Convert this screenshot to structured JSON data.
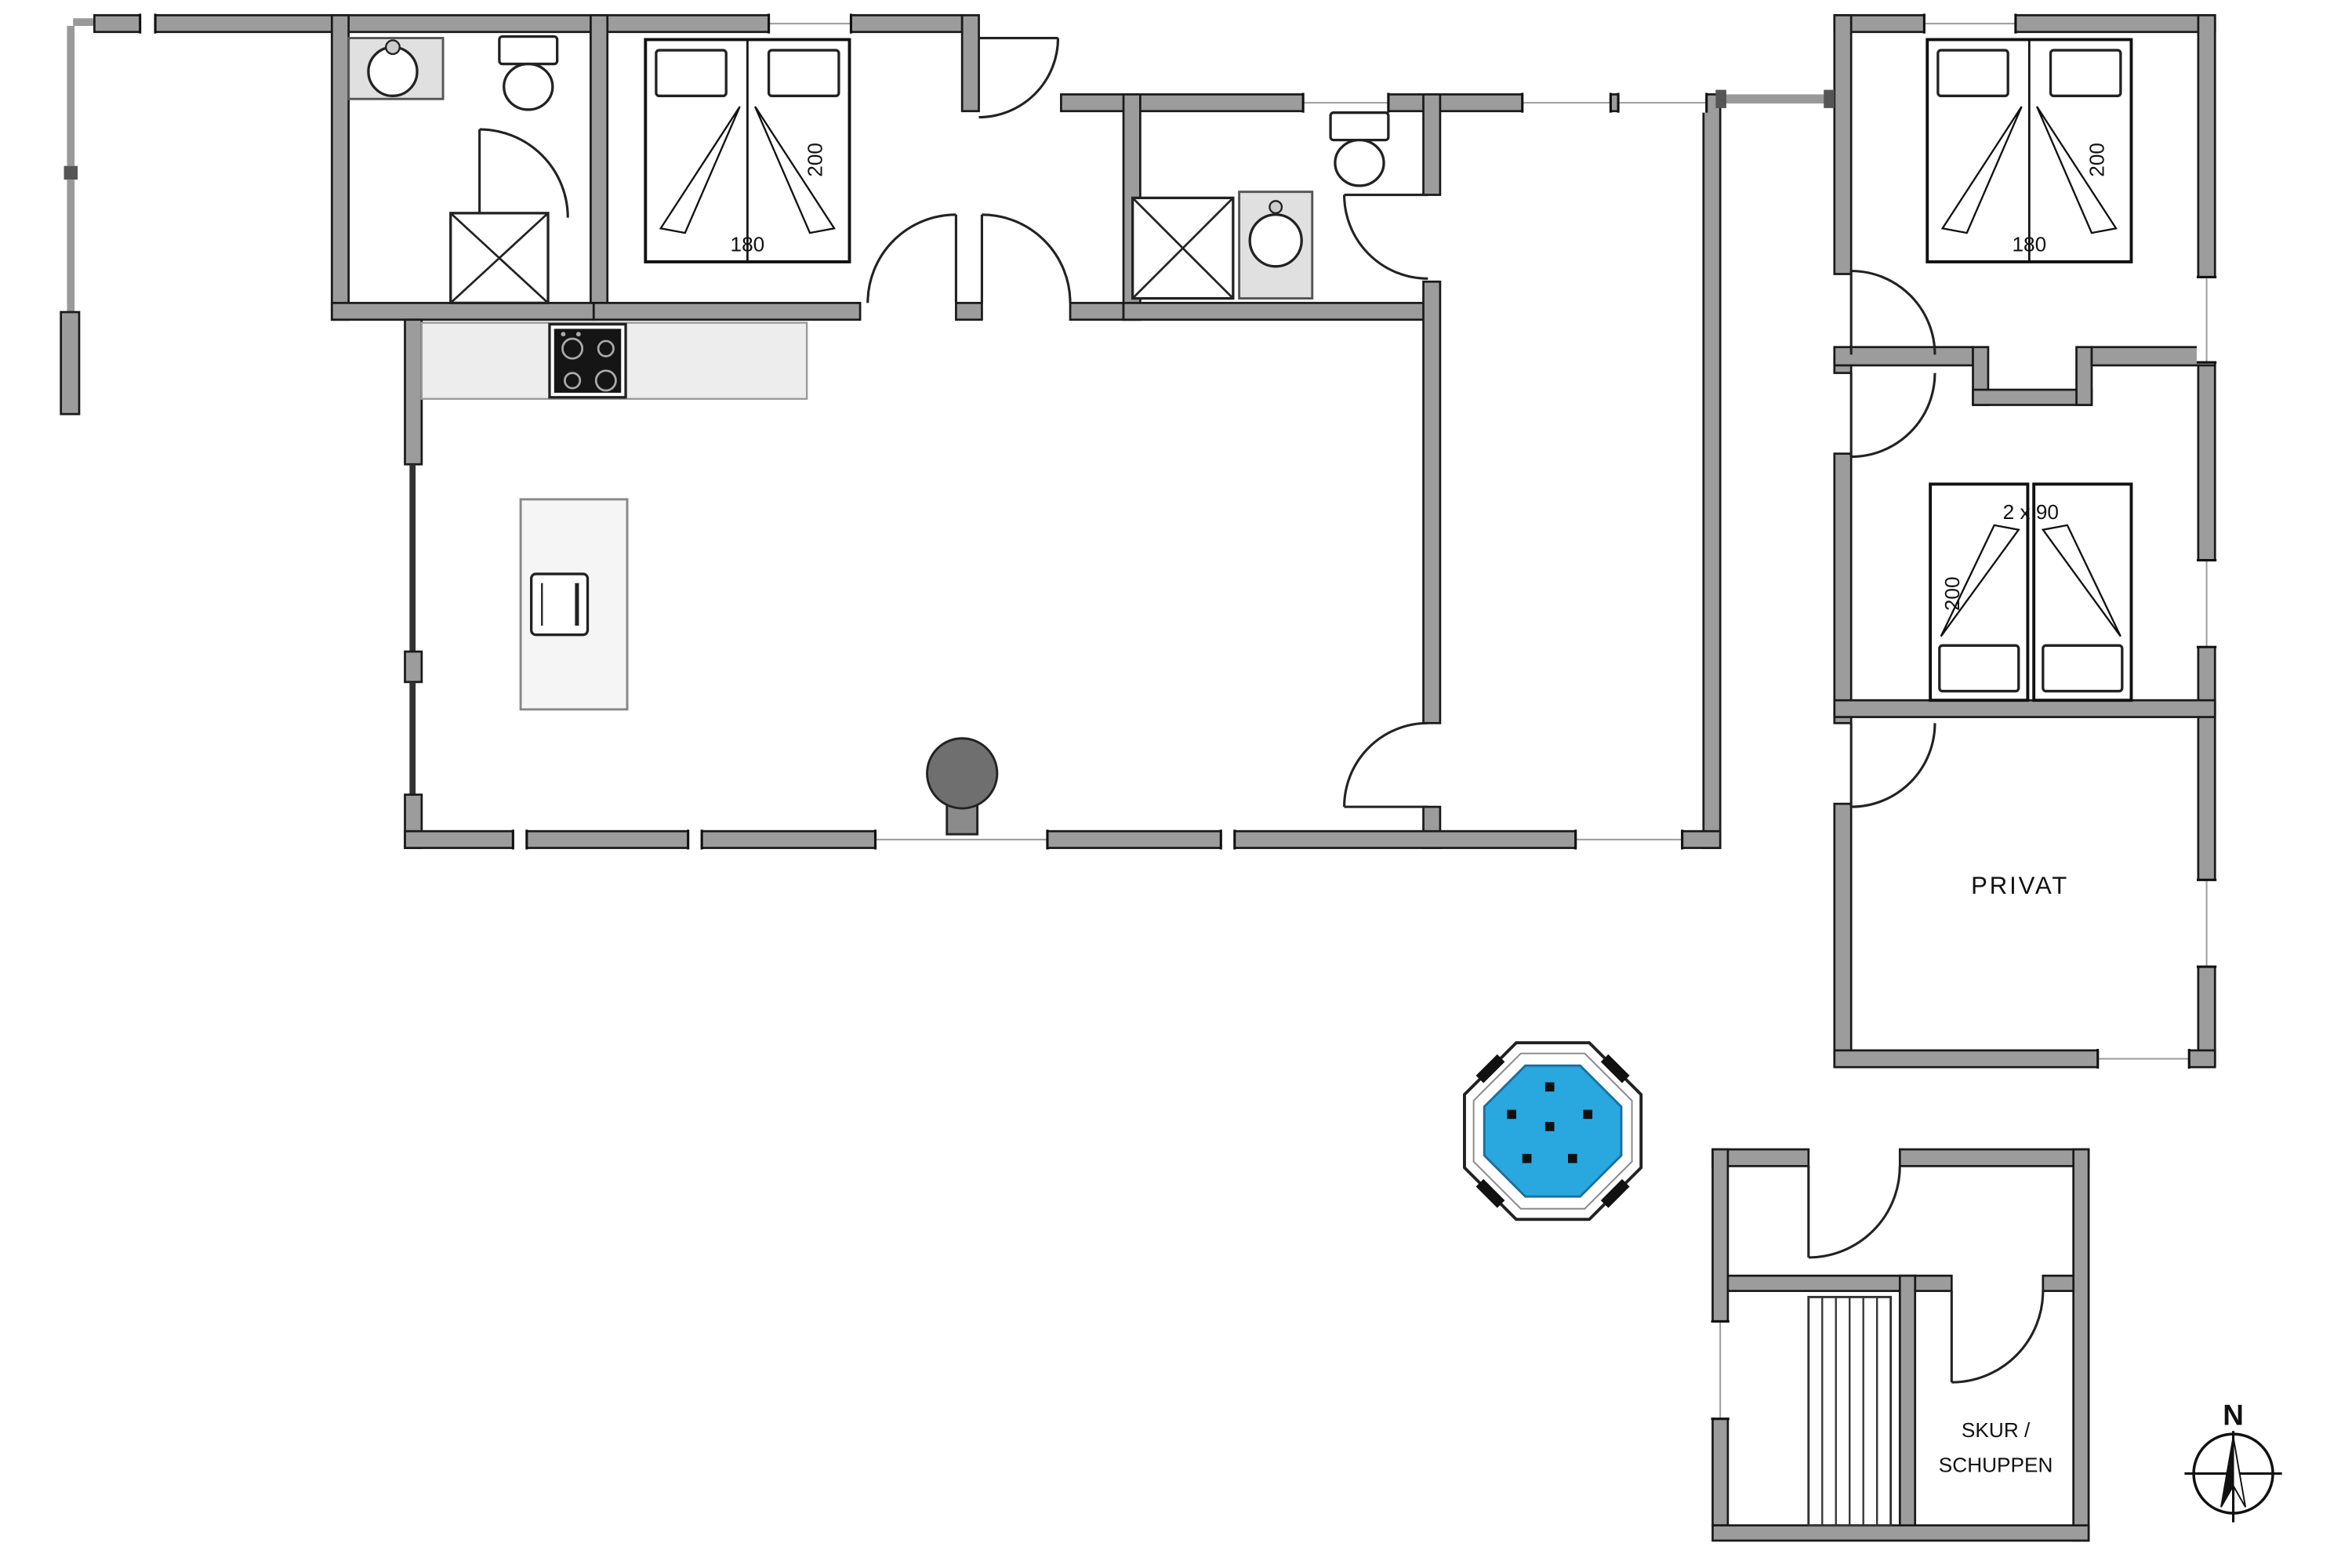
{
  "labels": {
    "bedroom1": {
      "length": "200",
      "width": "180"
    },
    "bedroom2": {
      "length": "200",
      "width": "180"
    },
    "bedroom3": {
      "beds": "2 x 90",
      "length": "200"
    },
    "private_room": "PRIVAT",
    "shed_line1": "SKUR /",
    "shed_line2": "SCHUPPEN",
    "compass_north": "N"
  },
  "colors": {
    "wall_fill": "#9c9c9c",
    "wall_outline": "#1a1a1a",
    "spa_water": "#29a8e0",
    "fixture_outline": "#222222",
    "counter_fill": "#ededed",
    "stove_panel": "#151515",
    "wood_stove_fill": "#6f6f6f",
    "background": "#ffffff"
  }
}
